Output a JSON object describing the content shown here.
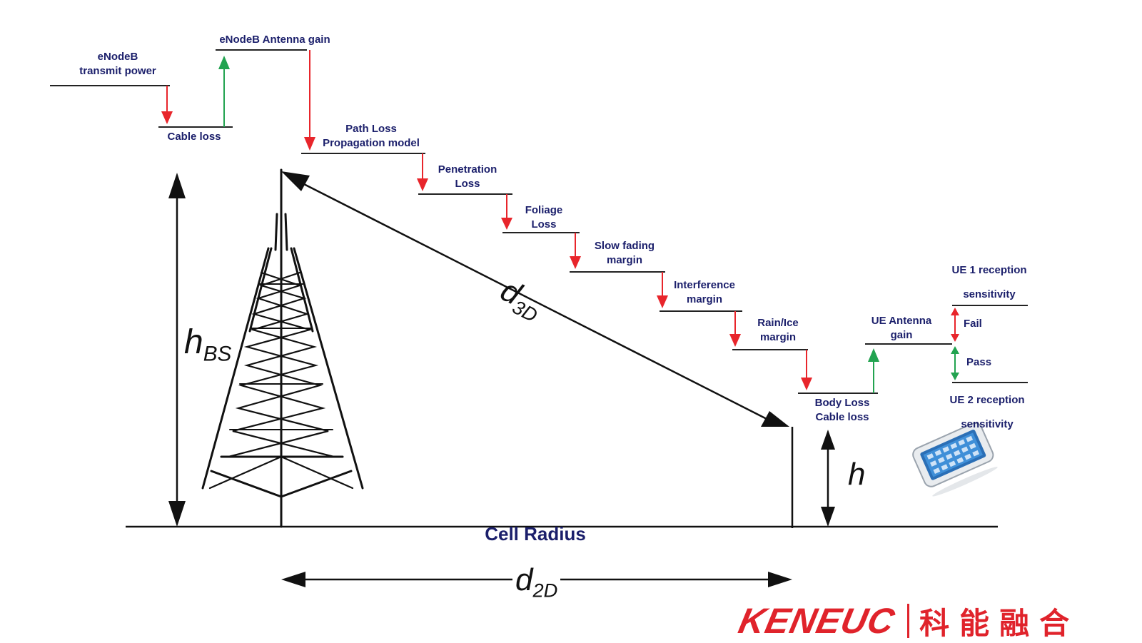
{
  "labels": {
    "enodeb_tx_power": [
      "eNodeB",
      "transmit power"
    ],
    "cable_loss": [
      "Cable loss"
    ],
    "enodeb_antenna_gain": [
      "eNodeB Antenna gain"
    ],
    "path_loss": [
      "Path Loss",
      "Propagation model"
    ],
    "penetration_loss": [
      "Penetration",
      "Loss"
    ],
    "foliage_loss": [
      "Foliage",
      "Loss"
    ],
    "slow_fading": [
      "Slow fading",
      "margin"
    ],
    "interference": [
      "Interference",
      "margin"
    ],
    "rain_ice": [
      "Rain/Ice",
      "margin"
    ],
    "body_cable_loss": [
      "Body Loss",
      "Cable loss"
    ],
    "ue_antenna_gain": [
      "UE Antenna",
      "gain"
    ],
    "ue1_sensitivity": [
      "UE 1 reception",
      "sensitivity"
    ],
    "ue2_sensitivity": [
      "UE 2 reception",
      "sensitivity"
    ],
    "fail": "Fail",
    "pass": "Pass"
  },
  "dimensions": {
    "h_bs_main": "h",
    "h_bs_sub": "BS",
    "d3d_main": "d",
    "d3d_sub": "3D",
    "d2d_main": "d",
    "d2d_sub": "2D",
    "h_ue": "h",
    "cell_radius": "Cell Radius"
  },
  "logo": {
    "latin": "KENEUC",
    "cjk": "科能融合"
  },
  "colors": {
    "loss_arrow": "#e8252b",
    "gain_arrow": "#22a350",
    "label_text": "#1b1f6b",
    "line": "#111111",
    "logo": "#e0232b"
  },
  "icons": [
    "cell-tower-icon",
    "smartphone-icon"
  ]
}
